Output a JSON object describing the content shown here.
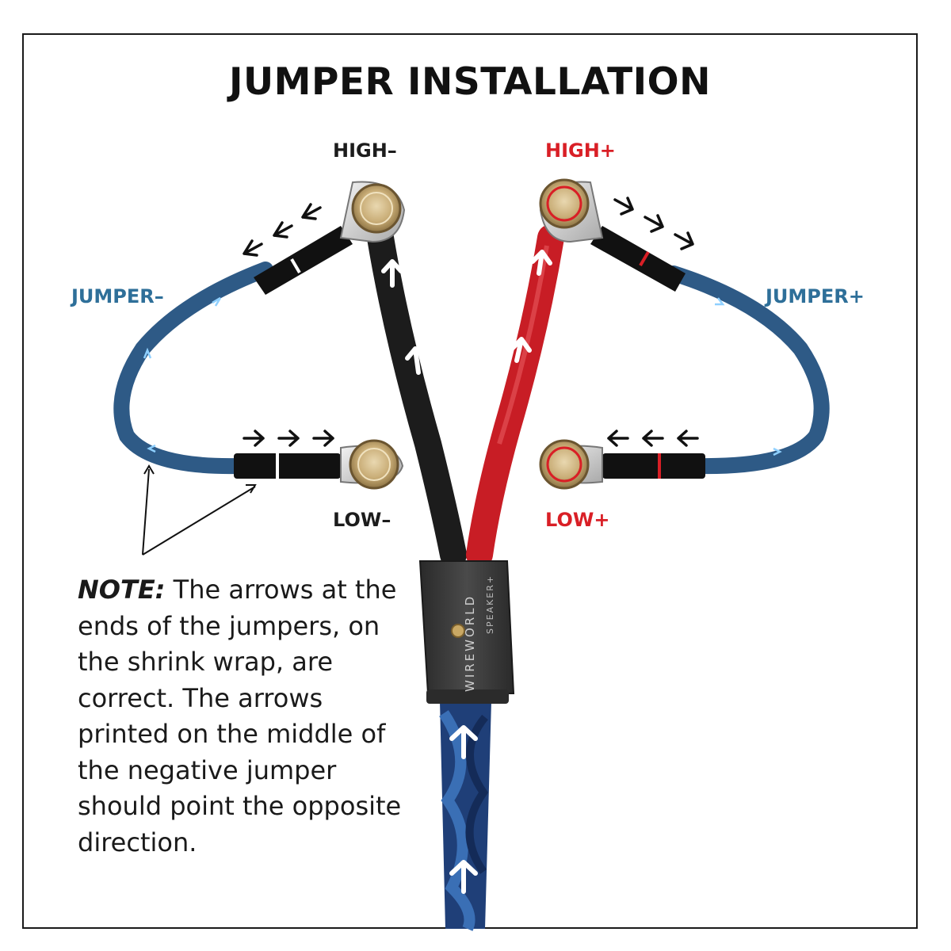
{
  "title": "JUMPER INSTALLATION",
  "labels": {
    "high_minus": "HIGH–",
    "high_plus": "HIGH+",
    "low_minus": "LOW–",
    "low_plus": "LOW+",
    "jumper_minus": "JUMPER–",
    "jumper_plus": "JUMPER+"
  },
  "note": {
    "lead": "NOTE:",
    "body": " The arrows at the ends of the jumpers, on the shrink wrap, are correct. The arrows printed on the middle of the negative jumper should point the opposite direction."
  },
  "connector": {
    "brand": "WIREWORLD",
    "model": "SPEAKER+"
  },
  "colors": {
    "negative": "#1c1c1c",
    "positive": "#d91f26",
    "jumper": "#2e5a86",
    "label_blue": "#2e6f99"
  }
}
